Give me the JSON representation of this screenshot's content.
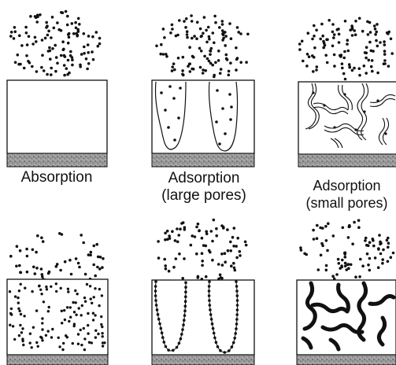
{
  "panels": [
    {
      "id": "absorption",
      "caption_lines": [
        "Absorption"
      ],
      "pore_style": "none",
      "state": "before"
    },
    {
      "id": "adsorption-large",
      "caption_lines": [
        "Adsorption",
        "(large pores)"
      ],
      "pore_style": "large",
      "state": "before"
    },
    {
      "id": "adsorption-small",
      "caption_lines": [
        "Adsorption",
        "(small pores)"
      ],
      "pore_style": "small",
      "state": "before"
    },
    {
      "id": "absorption-after",
      "caption_lines": [],
      "pore_style": "none",
      "state": "after"
    },
    {
      "id": "adsorption-large-after",
      "caption_lines": [],
      "pore_style": "large",
      "state": "after"
    },
    {
      "id": "adsorption-small-after",
      "caption_lines": [],
      "pore_style": "small",
      "state": "after"
    }
  ],
  "colors": {
    "ink": "#111111",
    "substrate": "#8c8c8c",
    "substrate_speckle": "#5a5a5a",
    "box_fill": "#ffffff"
  }
}
